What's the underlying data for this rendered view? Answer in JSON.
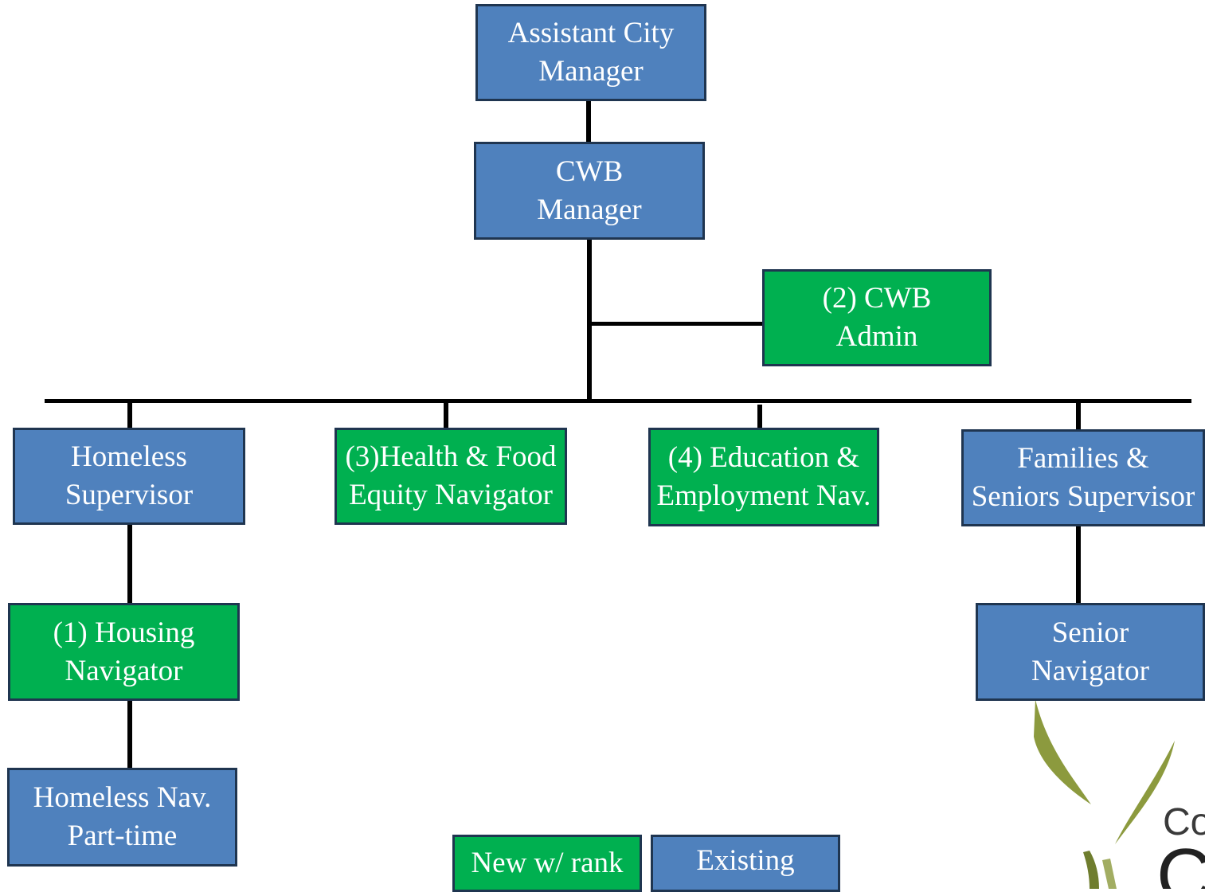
{
  "colors": {
    "existing": "#4f81bd",
    "new_with_rank": "#00b050",
    "border": "#1f3550",
    "connector": "#000000",
    "logo_green": "#8c9a3e"
  },
  "nodes": {
    "assistant_city_manager": {
      "lines": [
        "Assistant City",
        "Manager"
      ],
      "status": "existing"
    },
    "cwb_manager": {
      "lines": [
        "CWB",
        "Manager"
      ],
      "status": "existing"
    },
    "cwb_admin": {
      "lines": [
        "(2) CWB",
        "Admin"
      ],
      "status": "new"
    },
    "homeless_supervisor": {
      "lines": [
        "Homeless",
        "Supervisor"
      ],
      "status": "existing"
    },
    "health_food_navigator": {
      "lines": [
        "(3)Health & Food",
        "Equity Navigator"
      ],
      "status": "new"
    },
    "education_employment_nav": {
      "lines": [
        "(4) Education &",
        "Employment  Nav."
      ],
      "status": "new"
    },
    "families_seniors_supervisor": {
      "lines": [
        "Families &",
        "Seniors Supervisor"
      ],
      "status": "existing"
    },
    "housing_navigator": {
      "lines": [
        "(1) Housing",
        "Navigator"
      ],
      "status": "new"
    },
    "senior_navigator": {
      "lines": [
        "Senior",
        "Navigator"
      ],
      "status": "existing"
    },
    "homeless_nav_part_time": {
      "lines": [
        "Homeless Nav.",
        "Part-time"
      ],
      "status": "existing"
    }
  },
  "legend": {
    "new_label": "New w/ rank",
    "existing_label": "Existing"
  },
  "logo": {
    "partial_text_1": "Co",
    "partial_text_2": "C"
  }
}
